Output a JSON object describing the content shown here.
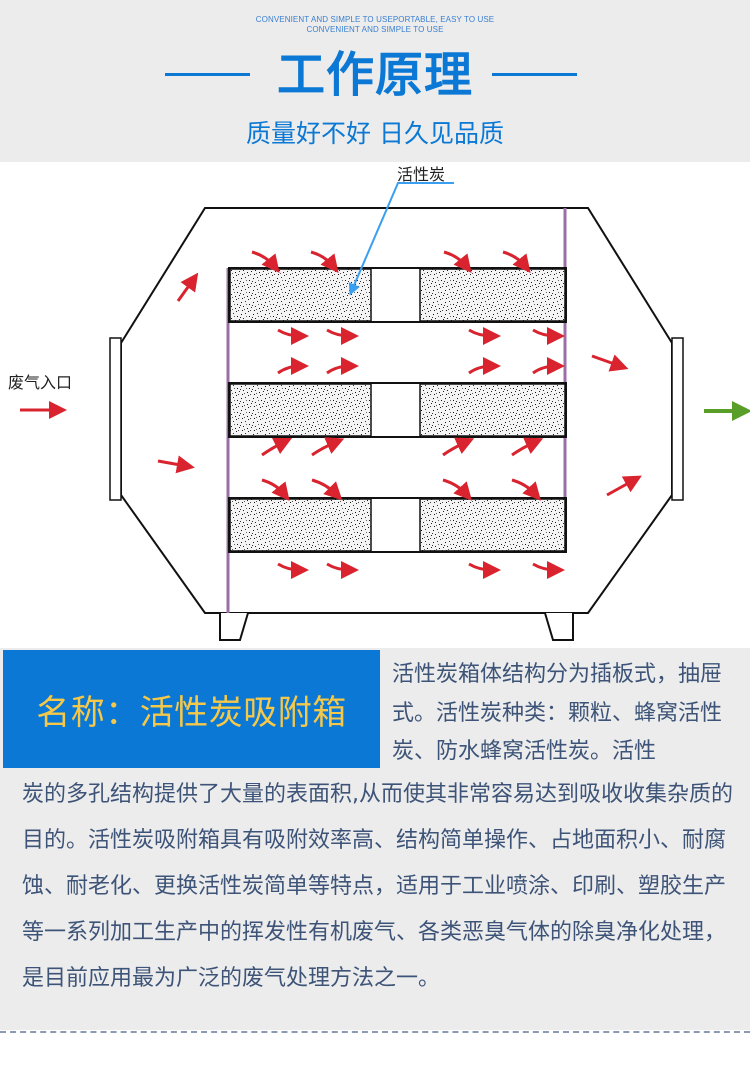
{
  "header": {
    "english_line_1": "CONVENIENT AND SIMPLE TO USEPORTABLE, EASY TO USE",
    "english_line_2": "CONVENIENT AND SIMPLE TO USE",
    "title": "工作原理",
    "subtitle": "质量好不好 日久见品质",
    "accent_color": "#0a78d4",
    "background_color": "#ececec"
  },
  "diagram": {
    "carbon_label": "活性炭",
    "inlet_label": "废气入口",
    "flow_arrow_color": "#d9232e",
    "outlet_arrow_color": "#5a9e2a",
    "pointer_color": "#3a9ff0",
    "partition_color": "#9b6fa6"
  },
  "product": {
    "name_label": "名称：活性炭吸附箱",
    "name_color": "#f5c84a",
    "description_first": "活性炭箱体结构分为插板式，抽屉式。活性炭种类：颗粒、蜂窝活性炭、防水蜂窝活性炭。活性",
    "description_rest": "炭的多孔结构提供了大量的表面积,从而使其非常容易达到吸收收集杂质的目的。活性炭吸附箱具有吸附效率高、结构简单操作、占地面积小、耐腐蚀、耐老化、更换活性炭简单等特点，适用于工业喷涂、印刷、塑胶生产等一系列加工生产中的挥发性有机废气、各类恶臭气体的除臭净化处理，是目前应用最为广泛的废气处理方法之一。",
    "text_color": "#3d5478"
  }
}
